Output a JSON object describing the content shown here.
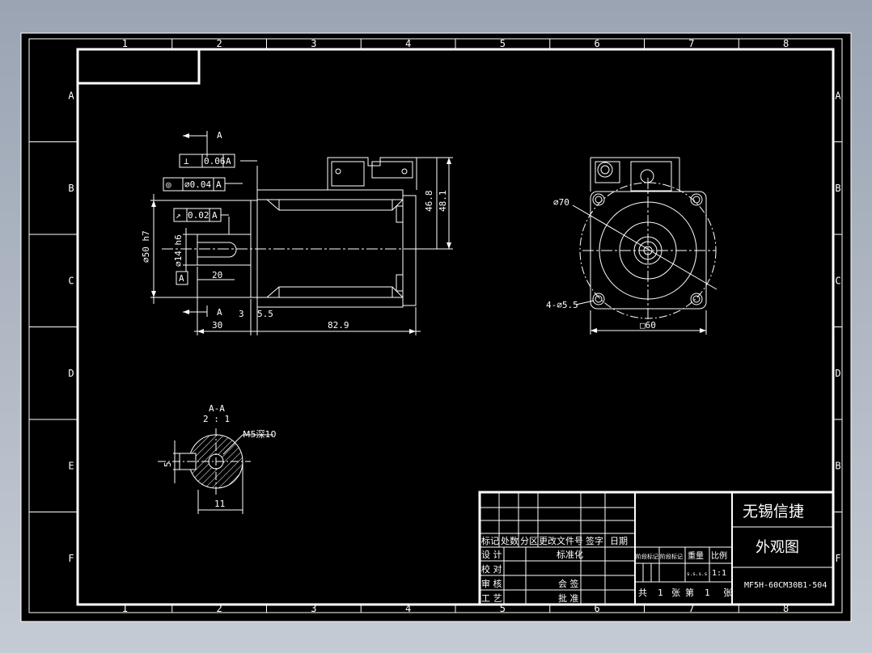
{
  "colors": {
    "background": "#000000",
    "frame": "#ffffff",
    "drawing": "#ffffff",
    "outer_bg": "#a7b0bd"
  },
  "zone_columns": [
    "1",
    "2",
    "3",
    "4",
    "5",
    "6",
    "7",
    "8"
  ],
  "zone_rows_left": [
    "A",
    "B",
    "C",
    "D",
    "E",
    "F"
  ],
  "zone_rows_right": [
    "A",
    "B",
    "C",
    "D",
    "B",
    "F"
  ],
  "side_view": {
    "section_marker_top": "A",
    "section_marker_bottom": "A",
    "tol_perp_symbol": "⊥",
    "tol_perp_value": "0.06",
    "tol_perp_datum": "A",
    "tol_conc_symbol": "◎",
    "tol_conc_value": "∅0.04",
    "tol_conc_datum": "A",
    "tol_run_symbol": "↗",
    "tol_run_value": "0.02",
    "tol_run_datum": "A",
    "datum_label": "A",
    "dim_flange_dia": "∅50 h7",
    "dim_shaft_dia": "∅14 h6",
    "dim_key_len": "20",
    "dim_shaft_len": "30",
    "dim_flange_thk": "3",
    "dim_step": "5.5",
    "dim_body_len": "82.9",
    "dim_h1": "46.8",
    "dim_h2": "48.1"
  },
  "front_view": {
    "dim_bolt_circle": "∅70",
    "dim_holes": "4-∅5.5",
    "dim_square": "□60"
  },
  "section_view": {
    "title": "A-A",
    "scale": "2 : 1",
    "thread_note": "M5深10",
    "dim_key_width": "5",
    "dim_width": "11"
  },
  "title_block": {
    "company": "无锡信捷",
    "drawing_title": "外观图",
    "part_number": "MF5H-60CM30B1-504",
    "header_cells": [
      "标记",
      "处数",
      "分区",
      "更改文件号",
      "签字",
      "日期"
    ],
    "row_labels": [
      "设 计",
      "校 对",
      "审 核",
      "工 艺"
    ],
    "mid_labels": [
      "标准化",
      "会 签",
      "批 准"
    ],
    "stage_mark": "阶段标记",
    "weight": "重量",
    "scale_label": "比例",
    "scale_value": "1:1",
    "sheet_total_prefix": "共",
    "sheet_total": "1",
    "sheet_unit": "张",
    "sheet_no_prefix": "第",
    "sheet_no": "1",
    "sheet_no_unit": "张",
    "small_dots": "s.s.s.s"
  }
}
